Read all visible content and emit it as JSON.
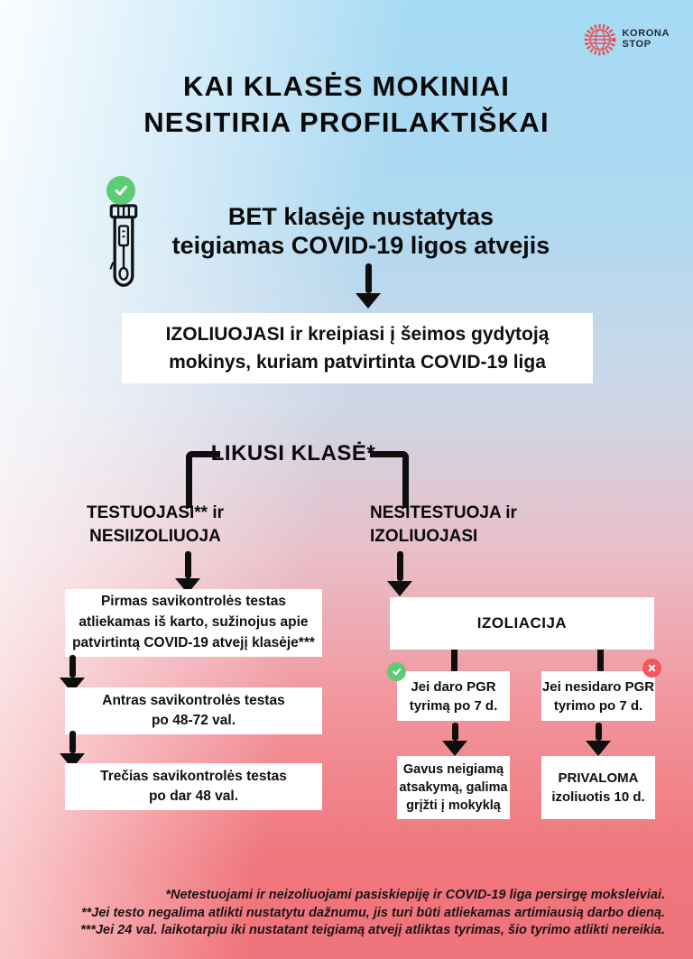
{
  "logo": {
    "icon": "virus-icon",
    "text_line1": "KORONA",
    "text_line2": "STOP"
  },
  "title": {
    "line1": "KAI KLASĖS MOKINIAI",
    "line2": "NESITIRIA PROFILAKTIŠKAI"
  },
  "icons": {
    "logo": "virus-icon",
    "confirmed_case": "check-icon",
    "sample": "test-tube-swab-icon",
    "pcr_yes_badge": "check-icon",
    "pcr_no_badge": "cross-icon"
  },
  "colors": {
    "accent_green": "#5ccd74",
    "accent_red": "#f3575c",
    "logo_red": "#e4555a",
    "flow_black": "#0e0e0e",
    "bg_blue_top": "#a6daf4",
    "bg_pink_bottom": "#f0747b"
  },
  "case_heading": {
    "line1": "BET klasėje nustatytas",
    "line2": "teigiamas COVID-19 ligos atvejis"
  },
  "isolation_notice": {
    "line1": "IZOLIUOJASI ir kreipiasi į šeimos gydytoją",
    "line2": "mokinys, kuriam patvirtinta COVID-19 liga"
  },
  "split_label": "LIKUSI KLASĖ*",
  "left_branch": {
    "heading_line1": "TESTUOJASI** ir",
    "heading_line2": "NESIIZOLIUOJA",
    "step1": {
      "line1": "Pirmas savikontrolės testas",
      "line2": "atliekamas iš karto, sužinojus apie",
      "line3": "patvirtintą COVID-19 atvejį klasėje***"
    },
    "step2": {
      "line1": "Antras savikontrolės testas",
      "line2": "po 48-72 val."
    },
    "step3": {
      "line1": "Trečias savikontrolės testas",
      "line2": "po dar 48 val."
    }
  },
  "right_branch": {
    "heading_line1": "NESITESTUOJA ir",
    "heading_line2": "IZOLIUOJASI",
    "isolation_box": "IZOLIACIJA",
    "pcr_yes": {
      "line1": "Jei daro PGR",
      "line2": "tyrimą po 7 d."
    },
    "pcr_no": {
      "line1": "Jei nesidaro PGR",
      "line2": "tyrimo po 7 d."
    },
    "pcr_yes_result": {
      "line1": "Gavus neigiamą",
      "line2": "atsakymą, galima",
      "line3": "grįžti į mokyklą"
    },
    "pcr_no_result": {
      "line1": "PRIVALOMA",
      "line2": "izoliuotis 10 d."
    }
  },
  "footnotes": {
    "line1": "*Netestuojami ir neizoliuojami pasiskiepiję ir COVID-19 liga persirgę moksleiviai.",
    "line2": "**Jei testo negalima atlikti nustatytu dažnumu, jis turi būti atliekamas artimiausią darbo dieną.",
    "line3": "***Jei 24 val. laikotarpiu iki nustatant teigiamą atvejį atliktas tyrimas, šio tyrimo atlikti nereikia."
  }
}
